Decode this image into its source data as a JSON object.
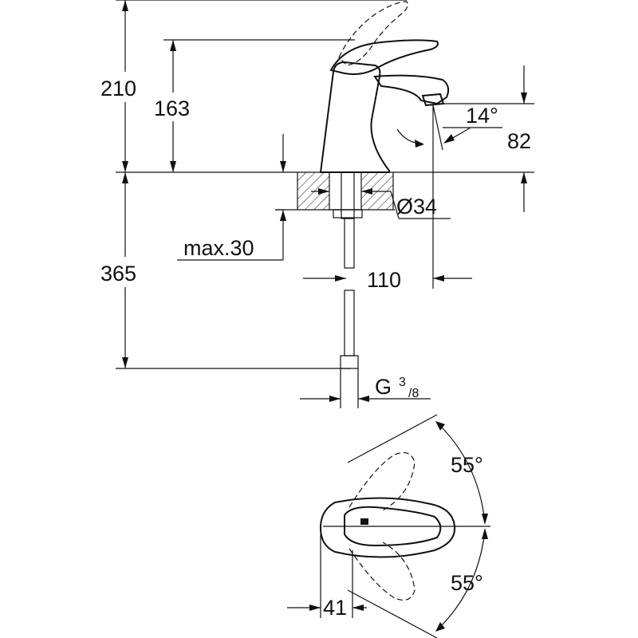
{
  "side_view": {
    "height_total": "210",
    "height_spout": "163",
    "aerator_height": "82",
    "aerator_angle": "14°",
    "hole_diameter": "Ø34",
    "max_deck_thickness": "max.30",
    "reach": "110",
    "hose_length": "365",
    "connection_thread_prefix": "G",
    "connection_thread_num": "3",
    "connection_thread_den": "/8"
  },
  "top_view": {
    "rotation_upper": "55°",
    "rotation_lower": "55°",
    "body_offset": "41"
  }
}
